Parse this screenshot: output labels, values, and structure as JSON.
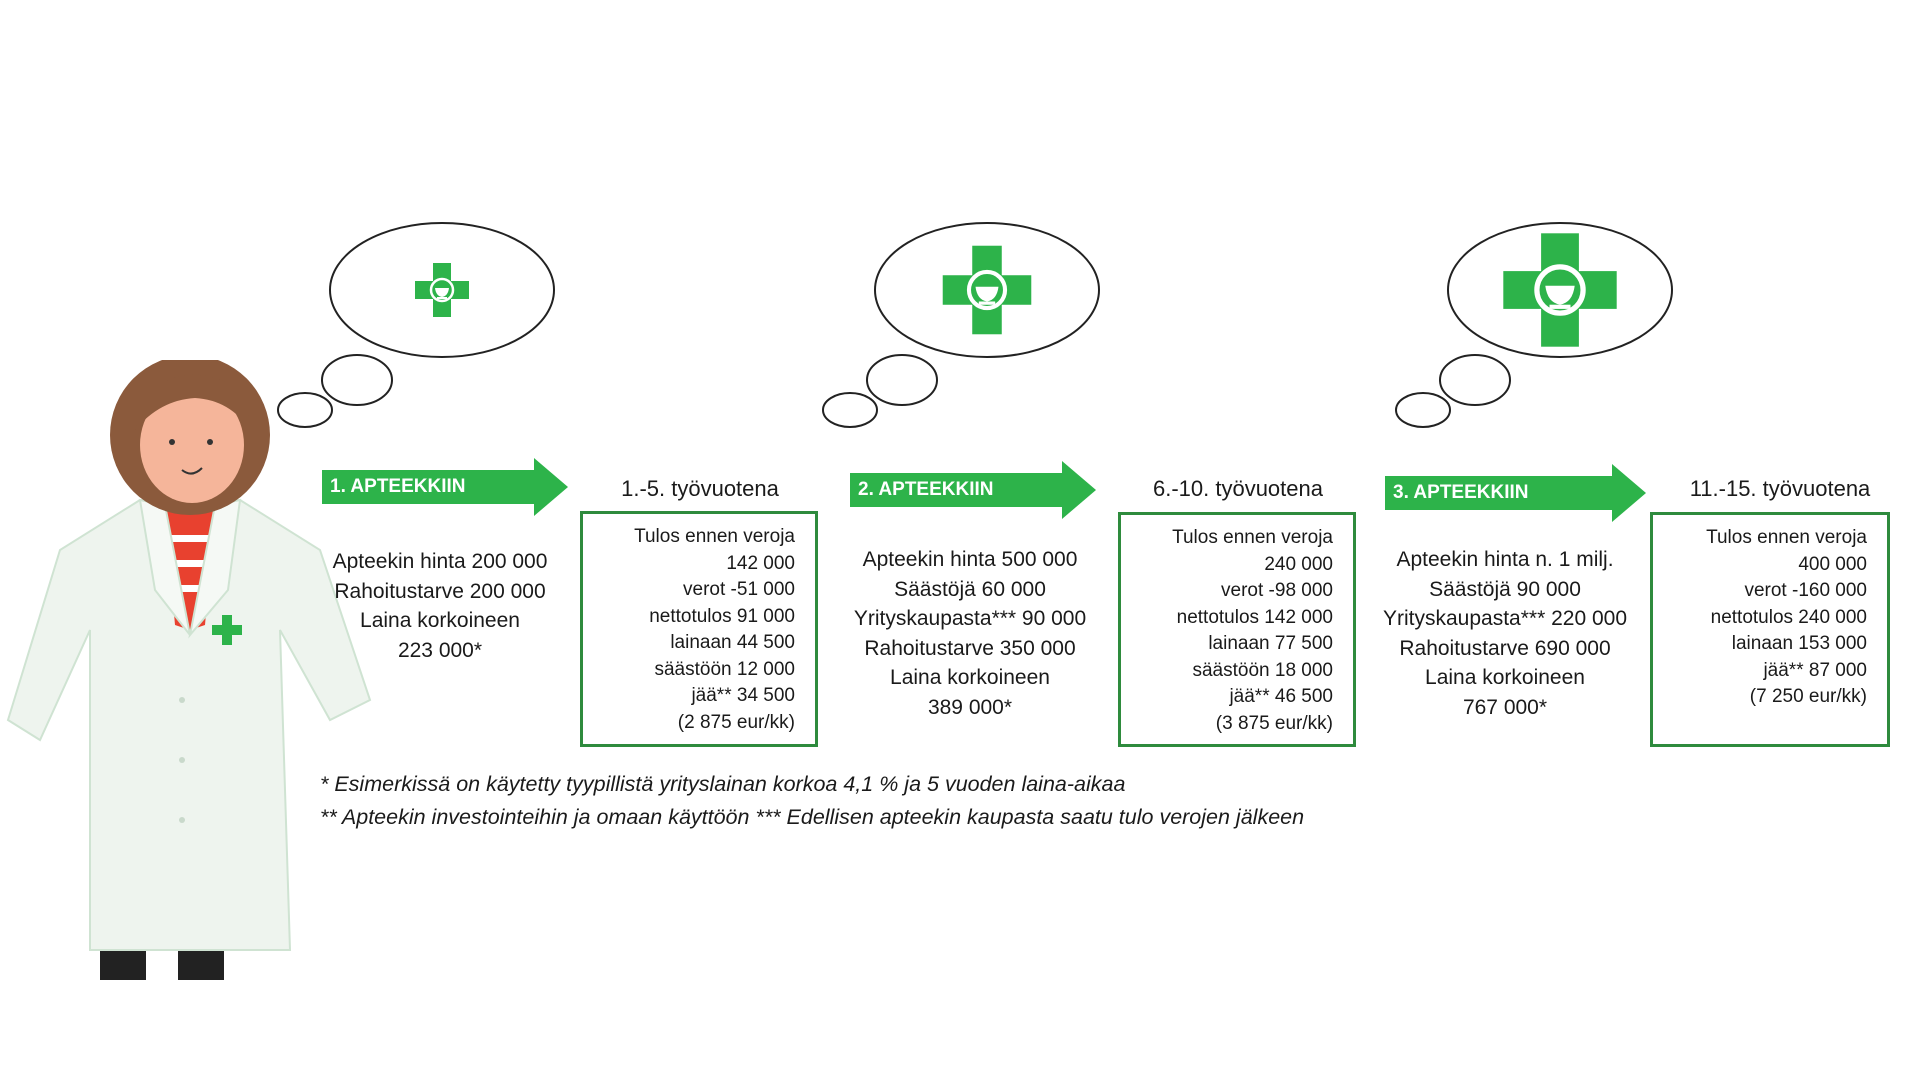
{
  "accent_green": "#2db34a",
  "box_border": "#2e8b3d",
  "steps": [
    {
      "arrow_label": "1. APTEEKKIIN",
      "lines": [
        "Apteekin hinta 200 000",
        "Rahoitustarve 200 000",
        "Laina korkoineen",
        "223 000*"
      ],
      "phase_title": "1.-5. työvuotena",
      "box_lines": [
        "Tulos ennen veroja",
        "142 000",
        "verot -51 000",
        "nettotulos 91 000",
        "lainaan 44 500",
        "säästöön 12 000",
        "jää** 34 500",
        "(2 875 eur/kk)"
      ]
    },
    {
      "arrow_label": "2. APTEEKKIIN",
      "lines": [
        "Apteekin hinta 500 000",
        "Säästöjä 60 000",
        "Yrityskaupasta*** 90 000",
        "Rahoitustarve 350 000",
        "Laina korkoineen",
        "389 000*"
      ],
      "phase_title": "6.-10. työvuotena",
      "box_lines": [
        "Tulos ennen veroja",
        "240 000",
        "verot -98 000",
        "nettotulos 142 000",
        "lainaan 77 500",
        "säästöön 18 000",
        "jää** 46 500",
        "(3 875 eur/kk)"
      ]
    },
    {
      "arrow_label": "3. APTEEKKIIN",
      "lines": [
        "Apteekin hinta n. 1 milj.",
        "Säästöjä 90 000",
        "Yrityskaupasta*** 220 000",
        "Rahoitustarve 690 000",
        "Laina korkoineen",
        "767 000*"
      ],
      "phase_title": "11.-15. työvuotena",
      "box_lines": [
        "Tulos ennen veroja",
        "400 000",
        "verot -160 000",
        "nettotulos 240 000",
        "lainaan 153 000",
        "jää** 87 000",
        "(7 250 eur/kk)"
      ]
    }
  ],
  "footnotes": [
    "* Esimerkissä on käytetty tyypillistä yrityslainan korkoa 4,1 % ja 5 vuoden laina-aikaa",
    "** Apteekin investointeihin ja omaan käyttöön *** Edellisen apteekin kaupasta saatu tulo verojen jälkeen"
  ],
  "icons": [
    "pharmacy-cross-icon"
  ]
}
